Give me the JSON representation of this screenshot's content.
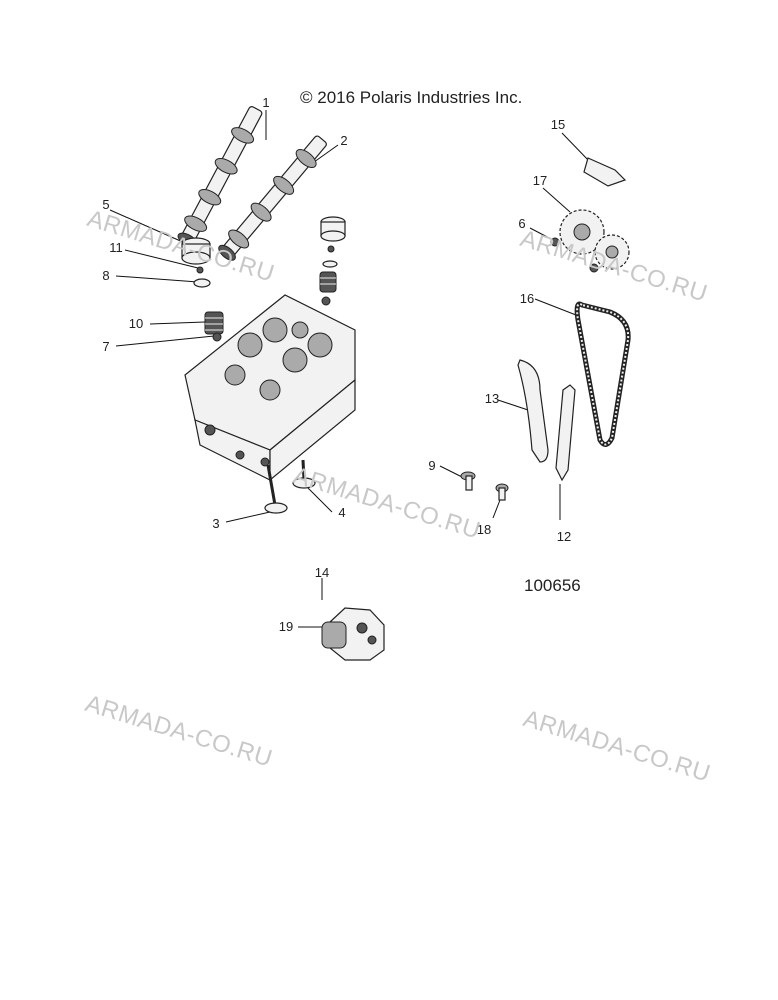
{
  "copyright": "© 2016 Polaris Industries Inc.",
  "drawing_number": "100656",
  "watermark_text": "ARMADA-CO.RU",
  "callouts": [
    "1",
    "2",
    "3",
    "4",
    "5",
    "6",
    "7",
    "8",
    "9",
    "10",
    "11",
    "12",
    "13",
    "14",
    "15",
    "16",
    "17",
    "18",
    "19"
  ]
}
